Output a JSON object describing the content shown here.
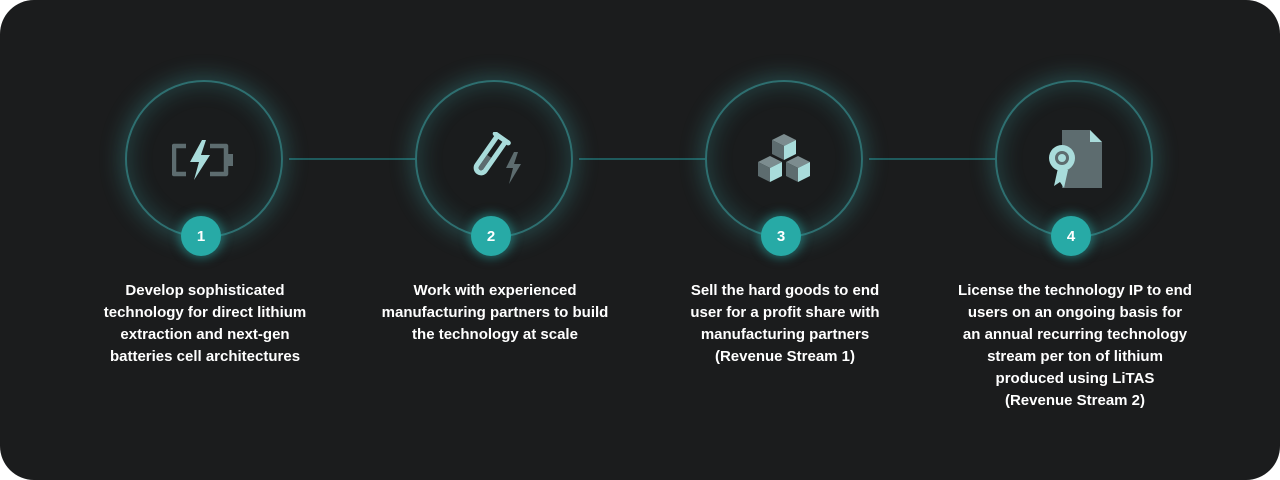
{
  "colors": {
    "background": "#1b1c1d",
    "accent": "#27aaa6",
    "ring": "#2e6f70",
    "icon_light": "#a9dcdb",
    "icon_dark": "#5d6c6f"
  },
  "steps": [
    {
      "number": "1",
      "icon": "battery-charge-icon",
      "lines": [
        "Develop sophisticated",
        "technology for direct lithium",
        "extraction and next-gen",
        "batteries cell architectures"
      ]
    },
    {
      "number": "2",
      "icon": "test-tube-icon",
      "lines": [
        "Work with experienced",
        "manufacturing partners to build",
        "the technology at scale"
      ]
    },
    {
      "number": "3",
      "icon": "cubes-icon",
      "lines": [
        "Sell the hard goods to end",
        "user for a profit share with",
        "manufacturing partners",
        "(Revenue Stream 1)"
      ]
    },
    {
      "number": "4",
      "icon": "certificate-icon",
      "lines": [
        "License the technology IP to end",
        "users on an ongoing basis for",
        "an annual recurring technology",
        "stream per ton of lithium",
        "produced using LiTAS",
        "(Revenue Stream 2)"
      ]
    }
  ]
}
